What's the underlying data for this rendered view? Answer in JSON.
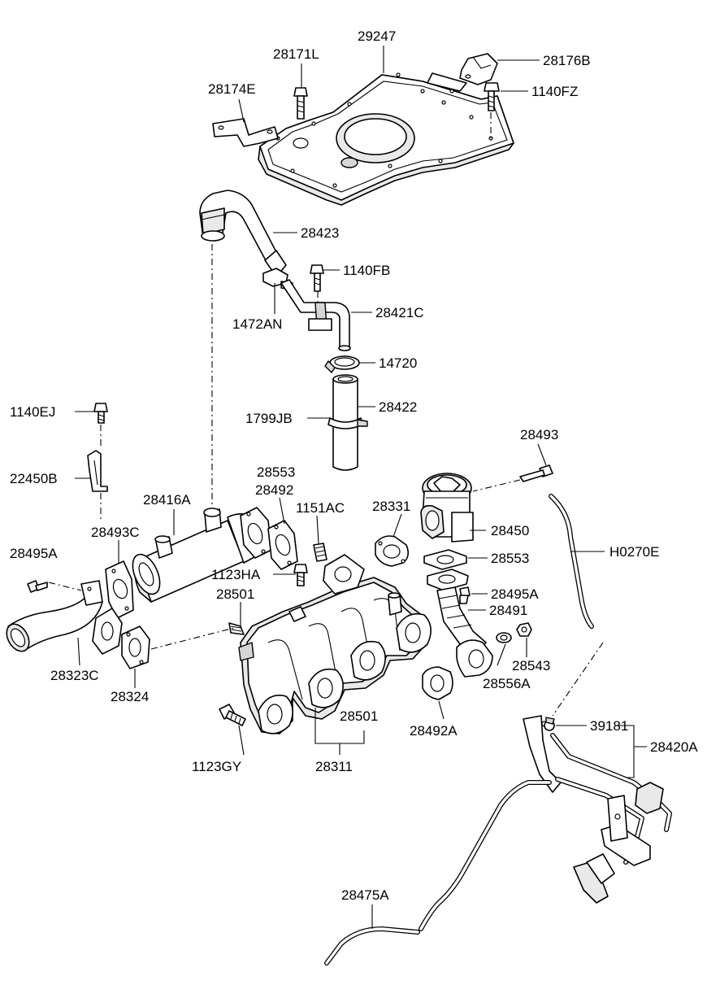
{
  "labels": {
    "p29247": "29247",
    "p28171L": "28171L",
    "p28176B": "28176B",
    "p28174E": "28174E",
    "p1140FZ": "1140FZ",
    "p28423": "28423",
    "p1140FB": "1140FB",
    "p1472AN": "1472AN",
    "p28421C": "28421C",
    "p14720": "14720",
    "p28422": "28422",
    "p1799JB": "1799JB",
    "p1140EJ": "1140EJ",
    "p22450B": "22450B",
    "p28493": "28493",
    "p28553a": "28553",
    "p28492": "28492",
    "p28416A": "28416A",
    "p1151AC": "1151AC",
    "p28331": "28331",
    "p28450": "28450",
    "p28493C": "28493C",
    "pH0270E": "H0270E",
    "p28495Aa": "28495A",
    "p28553b": "28553",
    "p1123HA": "1123HA",
    "p28501a": "28501",
    "p28495Ab": "28495A",
    "p28491": "28491",
    "p28543": "28543",
    "p28556A": "28556A",
    "p28323C": "28323C",
    "p28324": "28324",
    "p28501b": "28501",
    "p39181": "39181",
    "p28420A": "28420A",
    "p28492A": "28492A",
    "p1123GY": "1123GY",
    "p28311": "28311",
    "p28475A": "28475A"
  },
  "colors": {
    "line": "#000000",
    "background": "#ffffff",
    "shade": "#e9e9e9"
  }
}
